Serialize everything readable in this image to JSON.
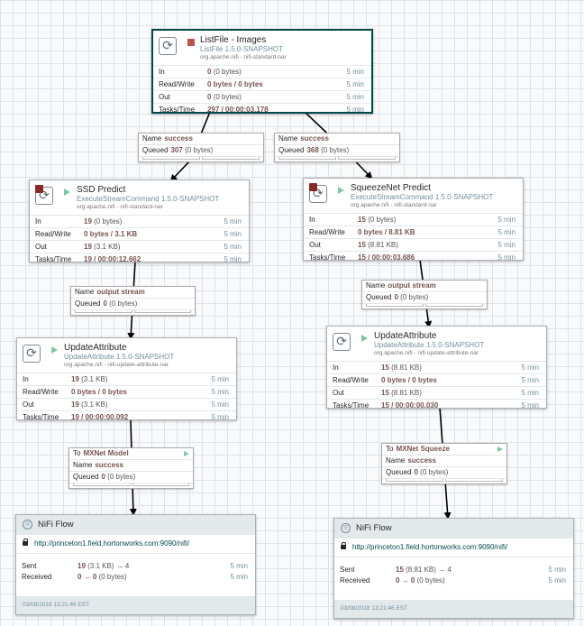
{
  "processors": {
    "listfile": {
      "name": "ListFile - Images",
      "type": "ListFile 1.5.0-SNAPSHOT",
      "bundle": "org.apache.nifi - nifi-standard-nar",
      "state": "stopped",
      "stats": [
        {
          "label": "In",
          "count": "0",
          "detail": "(0 bytes)",
          "window": "5 min"
        },
        {
          "label": "Read/Write",
          "count": "0 bytes / 0 bytes",
          "detail": "",
          "window": "5 min"
        },
        {
          "label": "Out",
          "count": "0",
          "detail": "(0 bytes)",
          "window": "5 min"
        },
        {
          "label": "Tasks/Time",
          "count": "297 / 00:00:03.178",
          "detail": "",
          "window": "5 min"
        }
      ]
    },
    "ssd": {
      "name": "SSD Predict",
      "type": "ExecuteStreamCommand 1.5.0-SNAPSHOT",
      "bundle": "org.apache.nifi - nifi-standard-nar",
      "state": "running",
      "stats": [
        {
          "label": "In",
          "count": "19",
          "detail": "(0 bytes)",
          "window": "5 min"
        },
        {
          "label": "Read/Write",
          "count": "0 bytes / 3.1 KB",
          "detail": "",
          "window": "5 min"
        },
        {
          "label": "Out",
          "count": "19",
          "detail": "(3.1 KB)",
          "window": "5 min"
        },
        {
          "label": "Tasks/Time",
          "count": "19 / 00:00:12.662",
          "detail": "",
          "window": "5 min"
        }
      ]
    },
    "squeeze": {
      "name": "SqueezeNet Predict",
      "type": "ExecuteStreamCommand 1.5.0-SNAPSHOT",
      "bundle": "org.apache.nifi - nifi-standard-nar",
      "state": "running",
      "stats": [
        {
          "label": "In",
          "count": "15",
          "detail": "(0 bytes)",
          "window": "5 min"
        },
        {
          "label": "Read/Write",
          "count": "0 bytes / 8.81 KB",
          "detail": "",
          "window": "5 min"
        },
        {
          "label": "Out",
          "count": "15",
          "detail": "(8.81 KB)",
          "window": "5 min"
        },
        {
          "label": "Tasks/Time",
          "count": "15 / 00:00:03.686",
          "detail": "",
          "window": "5 min"
        }
      ]
    },
    "update1": {
      "name": "UpdateAttribute",
      "type": "UpdateAttribute 1.5.0-SNAPSHOT",
      "bundle": "org.apache.nifi - nifi-update-attribute-nar",
      "state": "running",
      "stats": [
        {
          "label": "In",
          "count": "19",
          "detail": "(3.1 KB)",
          "window": "5 min"
        },
        {
          "label": "Read/Write",
          "count": "0 bytes / 0 bytes",
          "detail": "",
          "window": "5 min"
        },
        {
          "label": "Out",
          "count": "19",
          "detail": "(3.1 KB)",
          "window": "5 min"
        },
        {
          "label": "Tasks/Time",
          "count": "19 / 00:00:00.092",
          "detail": "",
          "window": "5 min"
        }
      ]
    },
    "update2": {
      "name": "UpdateAttribute",
      "type": "UpdateAttribute 1.5.0-SNAPSHOT",
      "bundle": "org.apache.nifi - nifi-update-attribute-nar",
      "state": "running",
      "stats": [
        {
          "label": "In",
          "count": "15",
          "detail": "(8.81 KB)",
          "window": "5 min"
        },
        {
          "label": "Read/Write",
          "count": "0 bytes / 0 bytes",
          "detail": "",
          "window": "5 min"
        },
        {
          "label": "Out",
          "count": "15",
          "detail": "(8.81 KB)",
          "window": "5 min"
        },
        {
          "label": "Tasks/Time",
          "count": "15 / 00:00:00.030",
          "detail": "",
          "window": "5 min"
        }
      ]
    }
  },
  "connections": {
    "c1": {
      "name_label": "Name",
      "name": "success",
      "queued_label": "Queued",
      "queued": "307",
      "queued_detail": "(0 bytes)"
    },
    "c2": {
      "name_label": "Name",
      "name": "success",
      "queued_label": "Queued",
      "queued": "368",
      "queued_detail": "(0 bytes)"
    },
    "c3": {
      "name_label": "Name",
      "name": "output stream",
      "queued_label": "Queued",
      "queued": "0",
      "queued_detail": "(0 bytes)"
    },
    "c4": {
      "name_label": "Name",
      "name": "output stream",
      "queued_label": "Queued",
      "queued": "0",
      "queued_detail": "(0 bytes)"
    },
    "c5": {
      "to_label": "To",
      "to": "MXNet Model",
      "name_label": "Name",
      "name": "success",
      "queued_label": "Queued",
      "queued": "0",
      "queued_detail": "(0 bytes)"
    },
    "c6": {
      "to_label": "To",
      "to": "MXNet Squeeze",
      "name_label": "Name",
      "name": "success",
      "queued_label": "Queued",
      "queued": "0",
      "queued_detail": "(0 bytes)"
    }
  },
  "remote_groups": {
    "rpg1": {
      "name": "NiFi Flow",
      "url": "http://princeton1.field.hortonworks.com:9090/nifi/",
      "sent_label": "Sent",
      "sent_count": "19",
      "sent_detail": "(3.1 KB) → 4",
      "received_label": "Received",
      "received_count": "0 → 0",
      "received_detail": "(0 bytes)",
      "window": "5 min",
      "timestamp": "03/08/2018 13:21:46 EST"
    },
    "rpg2": {
      "name": "NiFi Flow",
      "url": "http://princeton1.field.hortonworks.com:9090/nifi/",
      "sent_label": "Sent",
      "sent_count": "15",
      "sent_detail": "(8.81 KB) → 4",
      "received_label": "Received",
      "received_count": "0 → 0",
      "received_detail": "(0 bytes)",
      "window": "5 min",
      "timestamp": "03/08/2018 13:21:46 EST"
    }
  },
  "colors": {
    "accent": "#004849",
    "value": "#775351",
    "muted": "#728e9b",
    "running": "#7dc7a0",
    "stopped": "#ba554a"
  },
  "icons": {
    "processor": "processor-icon",
    "remote_group": "remote-group-icon",
    "lock": "lock-icon"
  }
}
